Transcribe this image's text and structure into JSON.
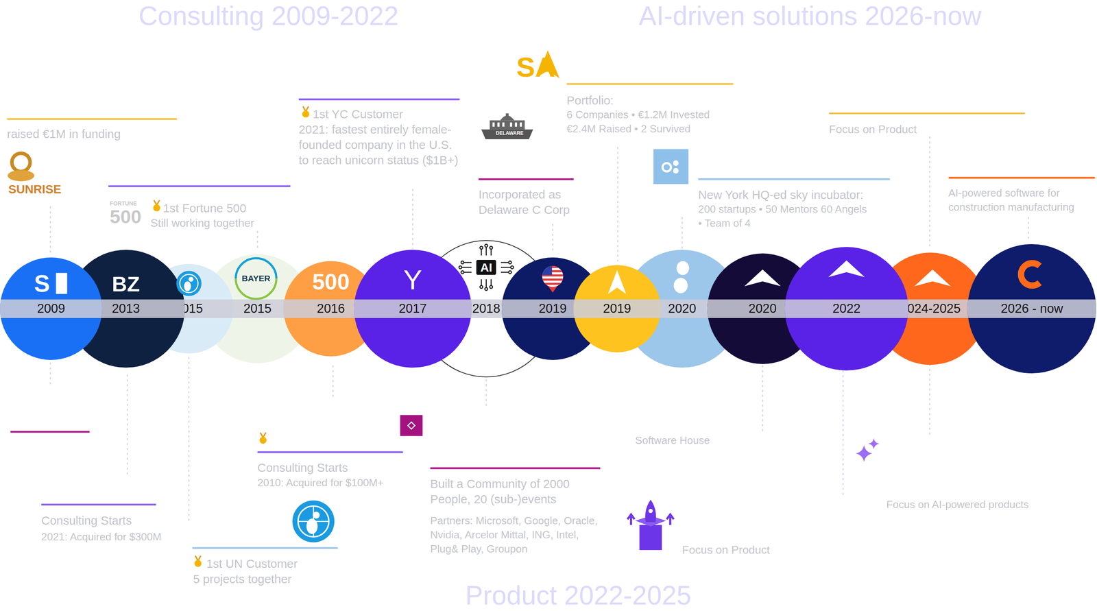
{
  "diagram": {
    "nodes": [
      {
        "text": [
          "S",
          "2009"
        ]
      },
      {
        "text": [
          "BZ",
          "2013"
        ]
      },
      {
        "text": [
          "2015"
        ]
      },
      {
        "text": [
          "BAYER",
          "2015"
        ]
      },
      {
        "text": [
          "500",
          "2016"
        ]
      },
      {
        "text": [
          "Y",
          "2017"
        ]
      },
      {
        "text": [
          "AI",
          "2018"
        ]
      },
      {
        "text": [
          "2019"
        ]
      },
      {
        "text": [
          "2019"
        ]
      },
      {
        "text": [
          "2020"
        ]
      },
      {
        "text": [
          "2020"
        ]
      },
      {
        "text": [
          "2022"
        ]
      },
      {
        "text": [
          "2024-2025"
        ]
      },
      {
        "text": [
          "2026 - now"
        ]
      }
    ],
    "labels": [
      "Consulting 2009-2022",
      "AI-driven solutions 2026-now",
      "Product 2022-2025",
      "raised €1M in funding",
      "SUNRISE",
      "FORTUNE",
      "500",
      "1st Fortune 500",
      "Still working together",
      "1st YC Customer",
      "2021: fastest entirely female-founded company in the U.S. to reach unicorn status ($1B+)",
      "DELAWARE",
      "Incorporated as Delaware C Corp",
      "SA",
      "Portfolio:",
      "6 Companies • €1.2M Invested €2.4M Raised • 2 Survived",
      "New York HQ-ed sky incubator:",
      "200 startups • 50 Mentors 60 Angels • Team of 4",
      "Focus on Product",
      "AI-powered software for construction manufacturing",
      "Consulting Starts",
      "2021: Acquired for $300M",
      "1st UN Customer",
      "5 projects together",
      "Consulting Starts",
      "2010: Acquired for $100M+",
      "Built a Community of 2000 People, 20 (sub-)events",
      "Partners: Microsoft, Google, Oracle, Nvidia, Arcelor Mittal, ING, Intel, Plug& Play, Groupon",
      "Software House",
      "Focus on Product",
      "Focus on AI-powered products"
    ]
  }
}
